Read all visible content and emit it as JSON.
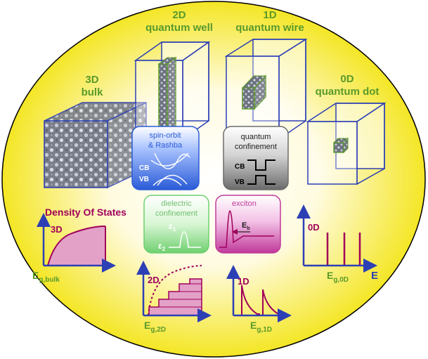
{
  "structures": {
    "bulk": {
      "line1": "3D",
      "line2": "bulk"
    },
    "well": {
      "line1": "2D",
      "line2": "quantum well"
    },
    "wire": {
      "line1": "1D",
      "line2": "quantum wire"
    },
    "dot": {
      "line1": "0D",
      "line2": "quantum dot"
    }
  },
  "boxes": {
    "spin_orbit": {
      "line1": "spin-orbit",
      "line2": "& Rashba",
      "cb": "CB",
      "vb": "VB",
      "color": "#2a5bd7"
    },
    "quantum_confinement": {
      "line1": "quantum",
      "line2": "confinement",
      "cb": "CB",
      "vb": "VB",
      "color": "#6b6b6b"
    },
    "dielectric": {
      "line1": "dielectric",
      "line2": "confinement",
      "eps1": "ε",
      "eps1_sub": "1",
      "eps2": "ε",
      "eps2_sub": "2",
      "color": "#6fd06f"
    },
    "exciton": {
      "title": "exciton",
      "eb": "E",
      "eb_sub": "b",
      "color": "#c0399a"
    }
  },
  "dos": {
    "title": "Density Of States",
    "plot3d": {
      "label": "3D",
      "eg": "E",
      "eg_sub": "g,bulk"
    },
    "plot2d": {
      "label": "2D",
      "eg": "E",
      "eg_sub": "g,2D"
    },
    "plot1d": {
      "label": "1D",
      "eg": "E",
      "eg_sub": "g,1D"
    },
    "plot0d": {
      "label": "0D",
      "eg": "E",
      "eg_sub": "g,0D",
      "axis": "E"
    }
  },
  "colors": {
    "ellipse_center": "#fffbe0",
    "ellipse_edge": "#f2e200",
    "axis_blue": "#2d3fb5",
    "dos_magenta": "#a0005a",
    "dos_fill": "#e3a1c8",
    "label_green": "#5a9a2a"
  }
}
